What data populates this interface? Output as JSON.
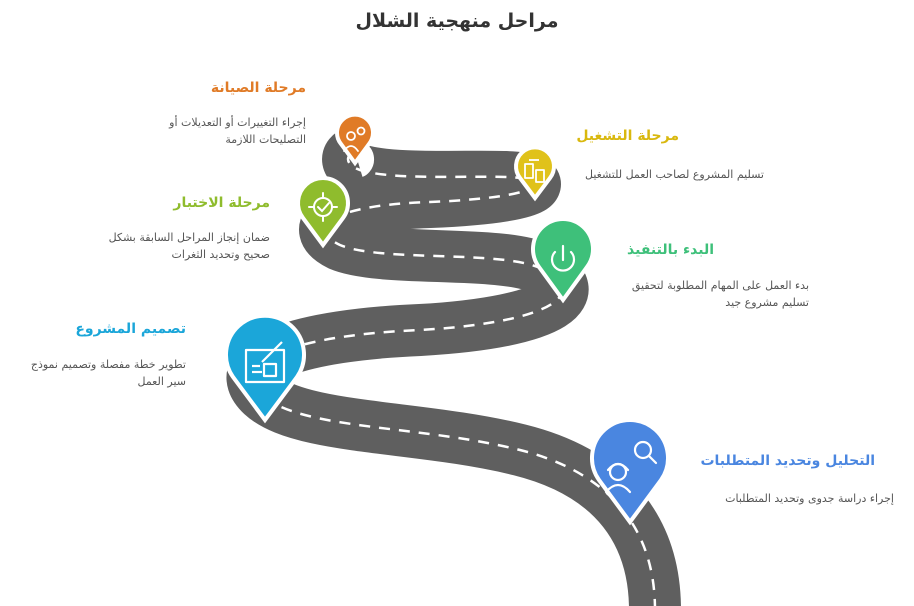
{
  "title": "مراحل منهجية الشلال",
  "colors": {
    "road": "#5f5f5f",
    "road_dash": "#ffffff",
    "requirements": "#4a86e0",
    "design": "#1ba6d9",
    "implementation": "#3ec07a",
    "testing": "#8fbc2d",
    "deployment": "#e0c21a",
    "maintenance": "#e07b27"
  },
  "stages": [
    {
      "id": "requirements",
      "title": "التحليل وتحديد المتطلبات",
      "description": "إجراء دراسة جدوى وتحديد المتطلبات",
      "icon": "worker-search-icon"
    },
    {
      "id": "design",
      "title": "تصميم المشروع",
      "description": "تطوير خطة مفصلة وتصميم نموذج سير العمل",
      "icon": "blueprint-icon"
    },
    {
      "id": "implementation",
      "title": "البدء بالتنفيذ",
      "description": "بدء العمل على المهام المطلوبة لتحقيق تسليم مشروع جيد",
      "icon": "power-icon"
    },
    {
      "id": "testing",
      "title": "مرحلة الاختبار",
      "description": "ضمان إنجاز المراحل السابقة بشكل صحيح وتحديد الثغرات",
      "icon": "gear-check-icon"
    },
    {
      "id": "deployment",
      "title": "مرحلة التشغيل",
      "description": "تسليم المشروع لصاحب العمل للتشغيل",
      "icon": "devices-icon"
    },
    {
      "id": "maintenance",
      "title": "مرحلة الصيانة",
      "description": "إجراء التغييرات أو التعديلات أو التصليحات اللازمة",
      "icon": "maintenance-worker-icon"
    }
  ]
}
